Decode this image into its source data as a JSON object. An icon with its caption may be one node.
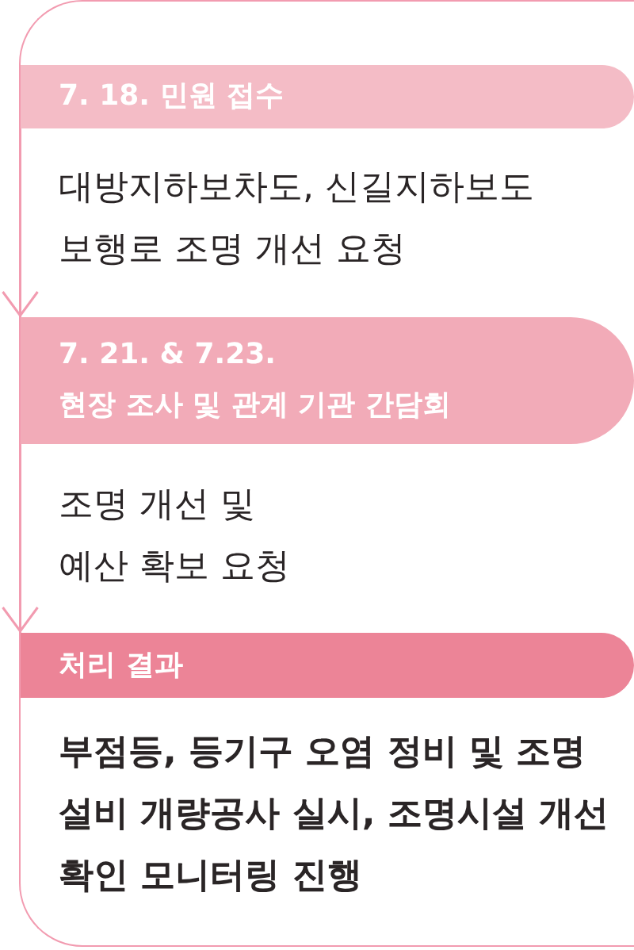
{
  "diagram": {
    "nodes": [
      {
        "text": [
          "7. 18. 민원 접수"
        ],
        "beside": [
          "대방지하보차도, 신길지하보도 보행로 조명 개선 요청"
        ]
      },
      {
        "text": [
          "7. 21. & 7.23.",
          "현장 조사 및 관계 기관 간담회"
        ],
        "beside": [
          "조명 개선 및 예산 확보 요청"
        ]
      },
      {
        "text": [
          "처리 결과"
        ],
        "beside": [
          "부점등, 등기구 오염 정비 및 조명 설비 개량공사 실시, 조명시설 개선 확인 모니터링 진행"
        ]
      }
    ],
    "edges": [
      {
        "from": 0,
        "to": 1,
        "arrow": "to"
      },
      {
        "from": 1,
        "to": 2,
        "arrow": "to"
      }
    ]
  }
}
